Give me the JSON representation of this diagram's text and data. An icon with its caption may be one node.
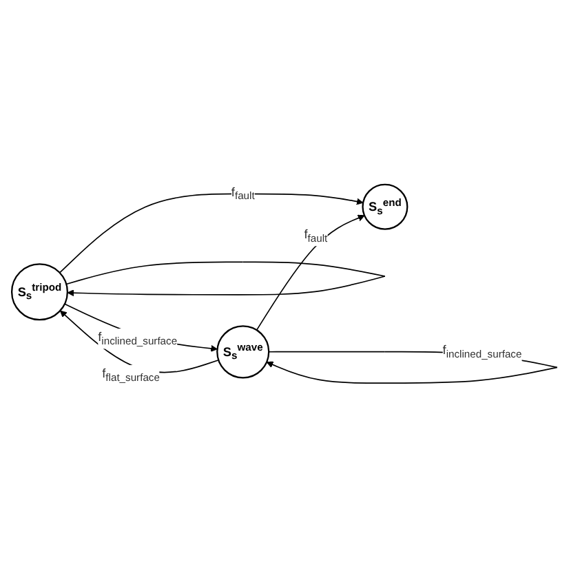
{
  "diagram": {
    "nodes": [
      {
        "text": [
          "S$_{s}$$^{tripod}$"
        ]
      },
      {
        "text": [
          "S$_{s}$$^{wave}$"
        ]
      },
      {
        "text": [
          "S$_{s}$$^{end}$"
        ]
      }
    ],
    "edges": [
      {
        "from": 0,
        "to": 0,
        "arrow": "to"
      },
      {
        "from": 1,
        "to": 1,
        "arrow": "to",
        "label": "f$_{inclined_surface}$"
      },
      {
        "from": 0,
        "to": 1,
        "arrow": "to",
        "label": "f$_{inclined_surface}$"
      },
      {
        "from": 1,
        "to": 0,
        "arrow": "to",
        "label": "f$_{flat_surface}$"
      },
      {
        "from": 0,
        "to": 2,
        "arrow": "to",
        "label": "f$_{fault}$"
      },
      {
        "from": 1,
        "to": 2,
        "arrow": "to",
        "label": "f$_{fault}$"
      }
    ]
  }
}
